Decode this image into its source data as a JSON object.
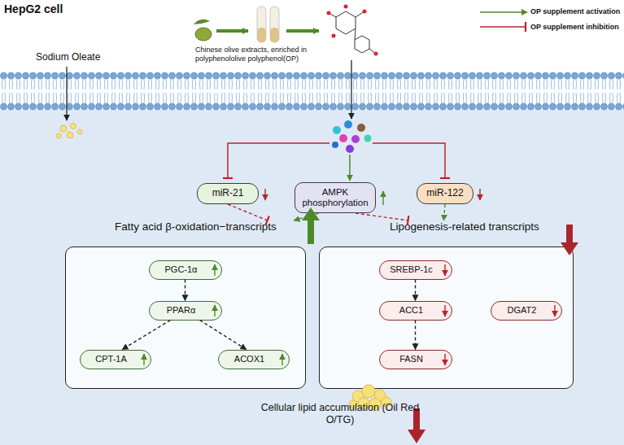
{
  "diagram": {
    "title": "HepG2 cell",
    "nodes": [
      {
        "text": [
          "miR-21"
        ]
      },
      {
        "text": [
          "AMPK phosphorylation"
        ]
      },
      {
        "text": [
          "miR-122"
        ]
      },
      {
        "text": [
          "Fatty acid β-oxidation−transcripts"
        ]
      },
      {
        "text": [
          "PGC-1α"
        ],
        "in": 3
      },
      {
        "text": [
          "PPARα"
        ],
        "in": 3
      },
      {
        "text": [
          "CPT-1A"
        ],
        "in": 3
      },
      {
        "text": [
          "ACOX1"
        ],
        "in": 3
      },
      {
        "text": [
          "Lipogenesis-related transcripts"
        ]
      },
      {
        "text": [
          "SREBP-1c"
        ],
        "in": 8
      },
      {
        "text": [
          "ACC1"
        ],
        "in": 8
      },
      {
        "text": [
          "DGAT2"
        ],
        "in": 8
      },
      {
        "text": [
          "FASN"
        ],
        "in": 8
      }
    ],
    "edges": [
      {
        "from": 0,
        "to": 3,
        "arrow": "to"
      },
      {
        "from": 1,
        "to": 3,
        "arrow": "to"
      },
      {
        "from": 1,
        "to": 8,
        "arrow": "to"
      },
      {
        "from": 2,
        "to": 8,
        "arrow": "to"
      },
      {
        "from": 4,
        "to": 5,
        "arrow": "to"
      },
      {
        "from": 5,
        "to": 6,
        "arrow": "to"
      },
      {
        "from": 5,
        "to": 7,
        "arrow": "to"
      },
      {
        "from": 9,
        "to": 10,
        "arrow": "to"
      },
      {
        "from": 10,
        "to": 12,
        "arrow": "to"
      }
    ],
    "labels": [
      "Chinese olive extracts, enriched in polyphenololive polyphenol(OP)",
      "Sodium Oleate",
      "Cellular lipid accumulation (Oil Red O/TG)"
    ],
    "legend": [
      {
        "text": "OP supplement activation"
      },
      {
        "text": "OP supplement inhibition"
      }
    ]
  }
}
